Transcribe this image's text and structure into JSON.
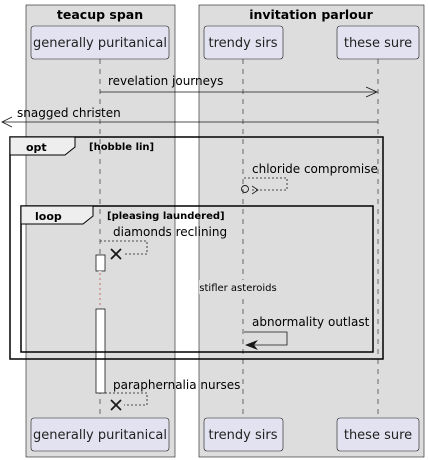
{
  "boxes": {
    "left": {
      "title": "teacup span"
    },
    "right": {
      "title": "invitation parlour"
    }
  },
  "participants": {
    "p1": {
      "name": "generally puritanical"
    },
    "p2": {
      "name": "trendy sirs"
    },
    "p3": {
      "name": "these sure"
    }
  },
  "messages": {
    "m1": "revelation journeys",
    "m2": "snagged christen",
    "m3": "chloride compromise",
    "m4": "diamonds reclining",
    "m5": "abnormality outlast",
    "m6": "paraphernalia nurses"
  },
  "frames": {
    "opt": {
      "keyword": "opt",
      "condition": "[hobble lin]"
    },
    "loop": {
      "keyword": "loop",
      "condition": "[pleasing laundered]"
    }
  },
  "divider": {
    "text": "stifler asteroids"
  },
  "colors": {
    "box_fill": "#dddddd",
    "participant_fill": "#e2e2f0",
    "participant_border": "#181818"
  }
}
